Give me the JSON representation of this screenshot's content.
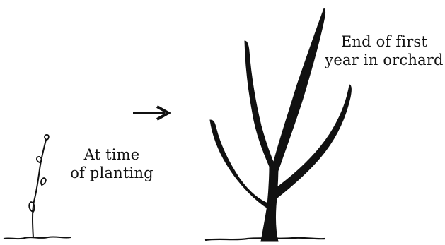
{
  "labels": {
    "planting": [
      "At time",
      "of planting"
    ],
    "end_of_year": [
      "End of first",
      "year in orchard"
    ]
  },
  "colors": {
    "ink": "#111111",
    "background": "#ffffff"
  }
}
